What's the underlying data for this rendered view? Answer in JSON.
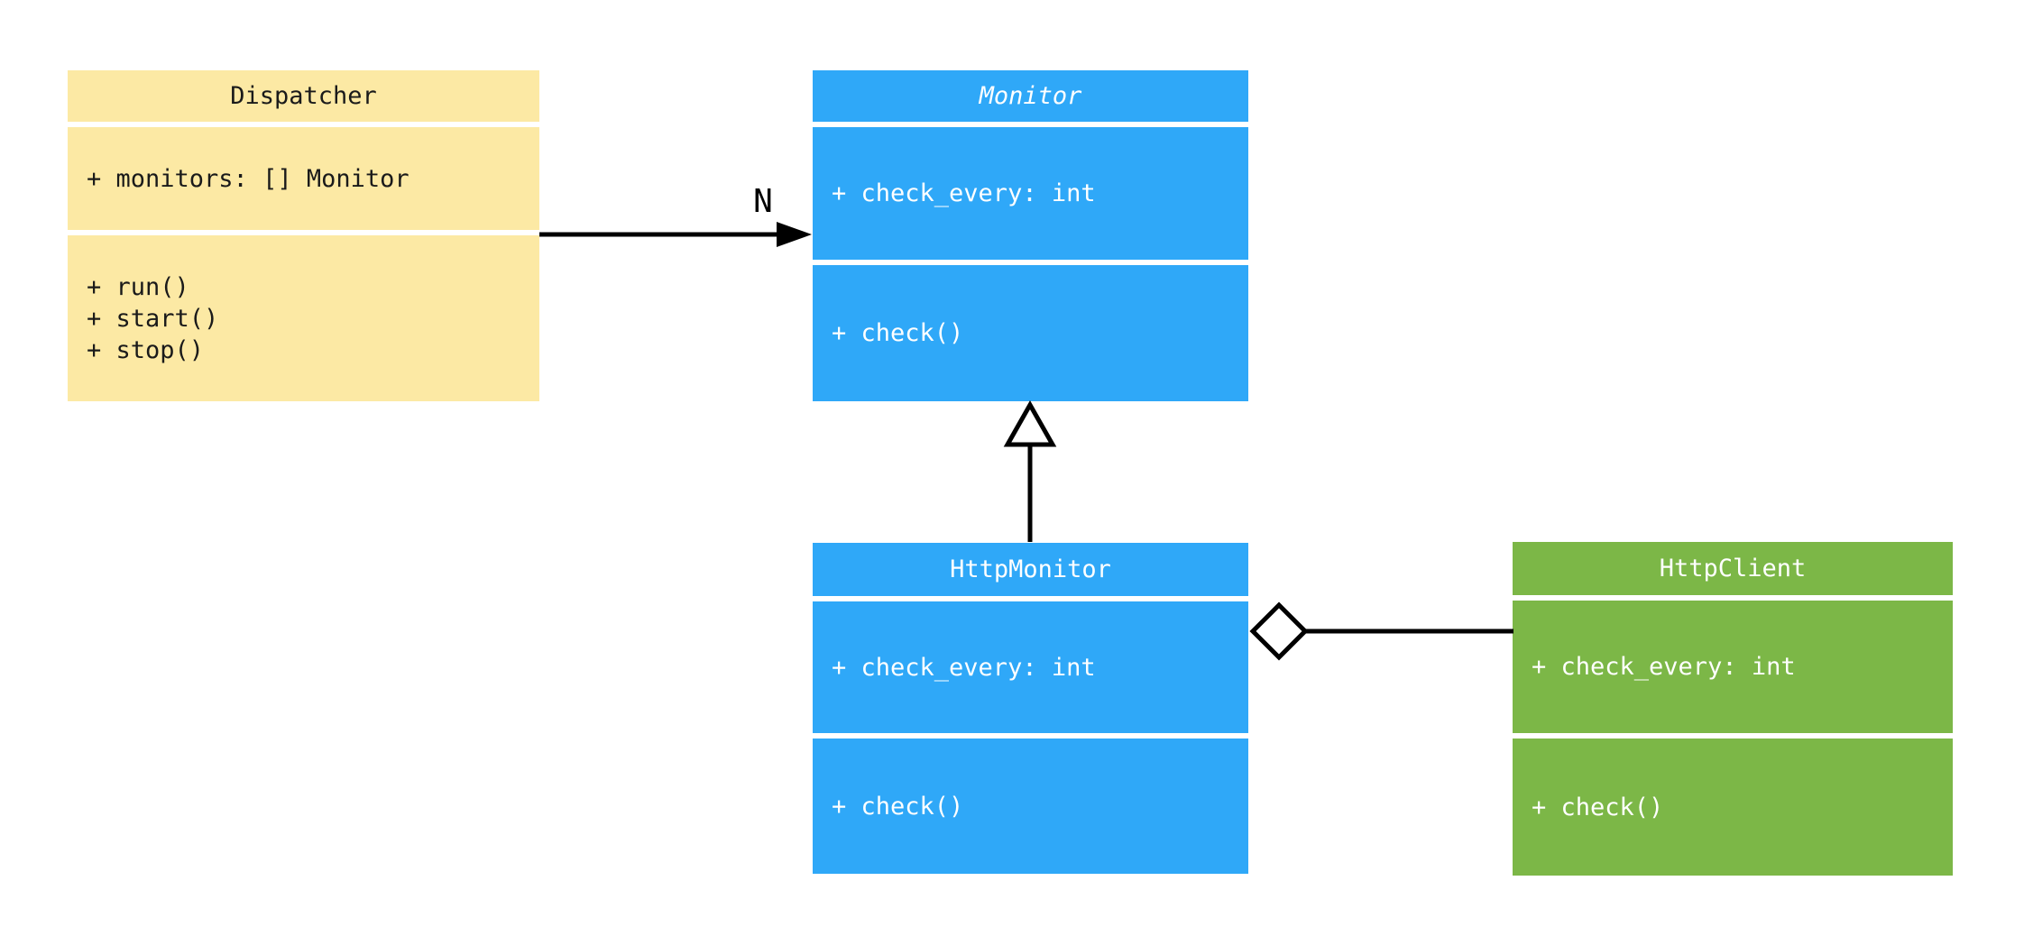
{
  "diagram": {
    "type": "uml-class-diagram",
    "background_color": "#ffffff",
    "line_color": "#000000",
    "classes": [
      {
        "name": "Dispatcher",
        "abstract": false,
        "fill": "#fce9a4",
        "text_color": "#1a1a1a",
        "attributes": [
          "+ monitors: [] Monitor"
        ],
        "methods": [
          "+ run()",
          "+ start()",
          "+ stop()"
        ]
      },
      {
        "name": "Monitor",
        "abstract": true,
        "fill": "#2fa8f8",
        "text_color": "#ffffff",
        "attributes": [
          "+ check_every: int"
        ],
        "methods": [
          "+ check()"
        ]
      },
      {
        "name": "HttpMonitor",
        "abstract": false,
        "fill": "#2fa8f8",
        "text_color": "#ffffff",
        "attributes": [
          "+ check_every: int"
        ],
        "methods": [
          "+ check()"
        ]
      },
      {
        "name": "HttpClient",
        "abstract": false,
        "fill": "#7cb747",
        "text_color": "#ffffff",
        "attributes": [
          "+ check_every: int"
        ],
        "methods": [
          "+ check()"
        ]
      }
    ],
    "relationships": [
      {
        "from": "Dispatcher",
        "to": "Monitor",
        "type": "directed-association",
        "label": "N"
      },
      {
        "from": "HttpMonitor",
        "to": "Monitor",
        "type": "generalization",
        "label": ""
      },
      {
        "from": "HttpMonitor",
        "to": "HttpClient",
        "type": "aggregation",
        "label": ""
      }
    ]
  }
}
